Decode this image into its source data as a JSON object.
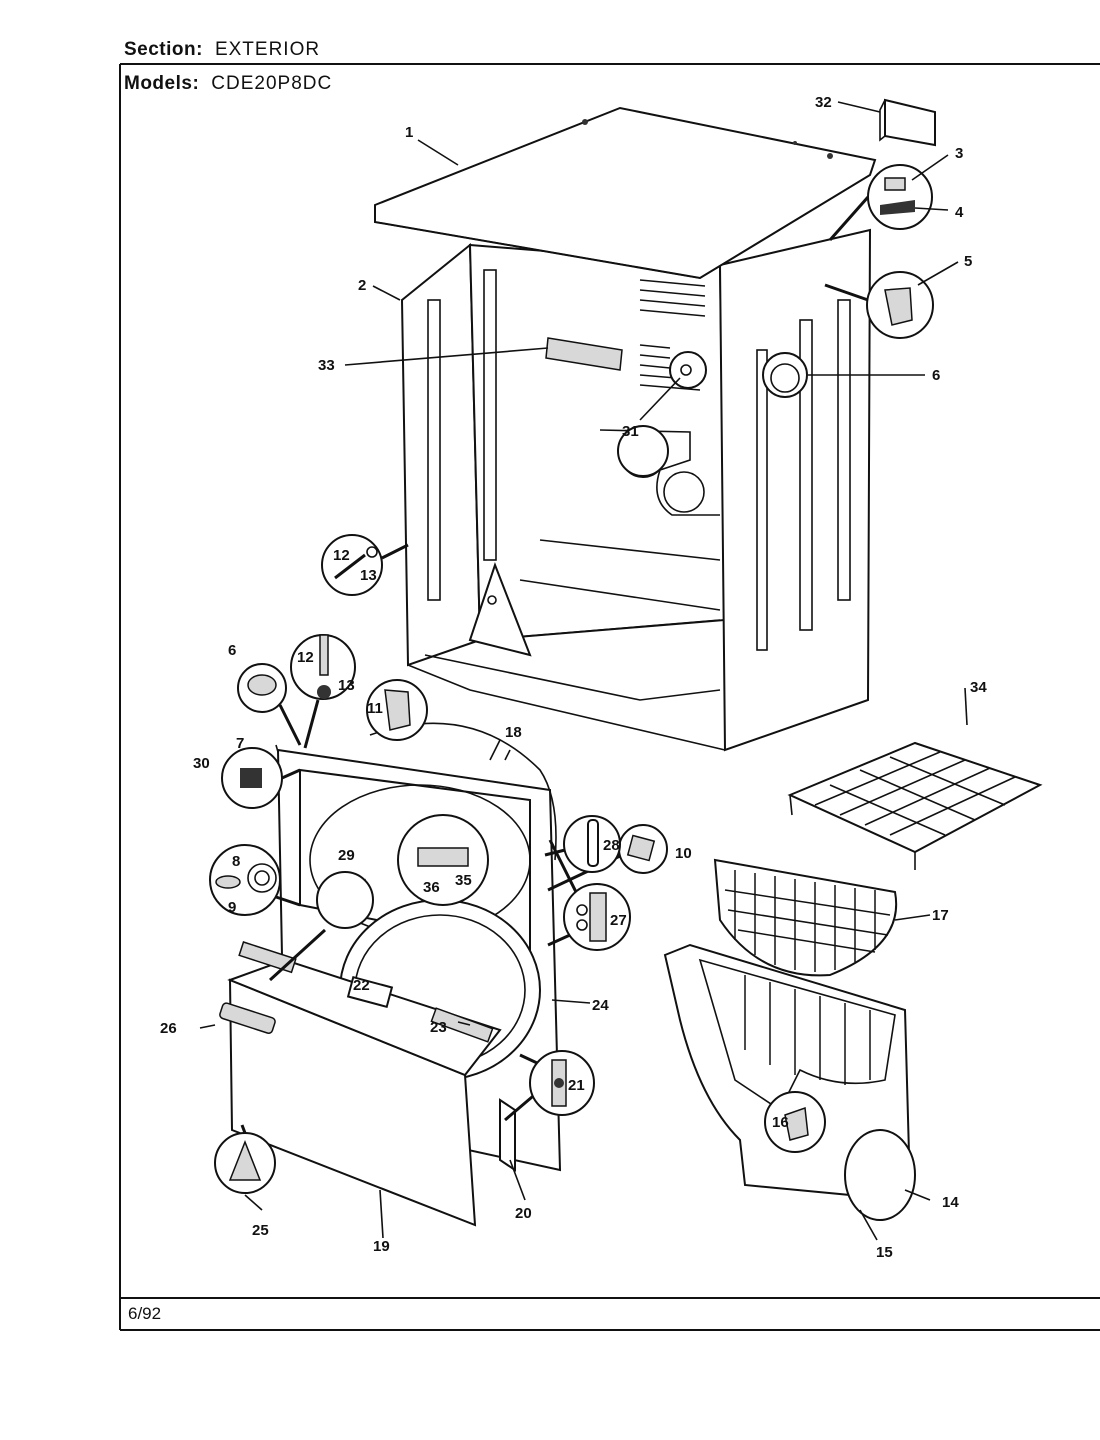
{
  "header": {
    "section_label": "Section:",
    "section_value": "EXTERIOR",
    "models_label": "Models:",
    "models_value": "CDE20P8DC"
  },
  "footer": {
    "date": "6/92"
  },
  "parts": {
    "p1": "1",
    "p2": "2",
    "p3": "3",
    "p4": "4",
    "p5": "5",
    "p6a": "6",
    "p6b": "6",
    "p7": "7",
    "p8": "8",
    "p9": "9",
    "p10": "10",
    "p11": "11",
    "p12a": "12",
    "p12b": "12",
    "p13a": "13",
    "p13b": "13",
    "p14": "14",
    "p15": "15",
    "p16": "16",
    "p17": "17",
    "p18": "18",
    "p19": "19",
    "p20": "20",
    "p21": "21",
    "p22": "22",
    "p23": "23",
    "p24": "24",
    "p25": "25",
    "p26": "26",
    "p27": "27",
    "p28": "28",
    "p29": "29",
    "p30": "30",
    "p31": "31",
    "p32": "32",
    "p33": "33",
    "p34": "34",
    "p35": "35",
    "p36": "36"
  }
}
